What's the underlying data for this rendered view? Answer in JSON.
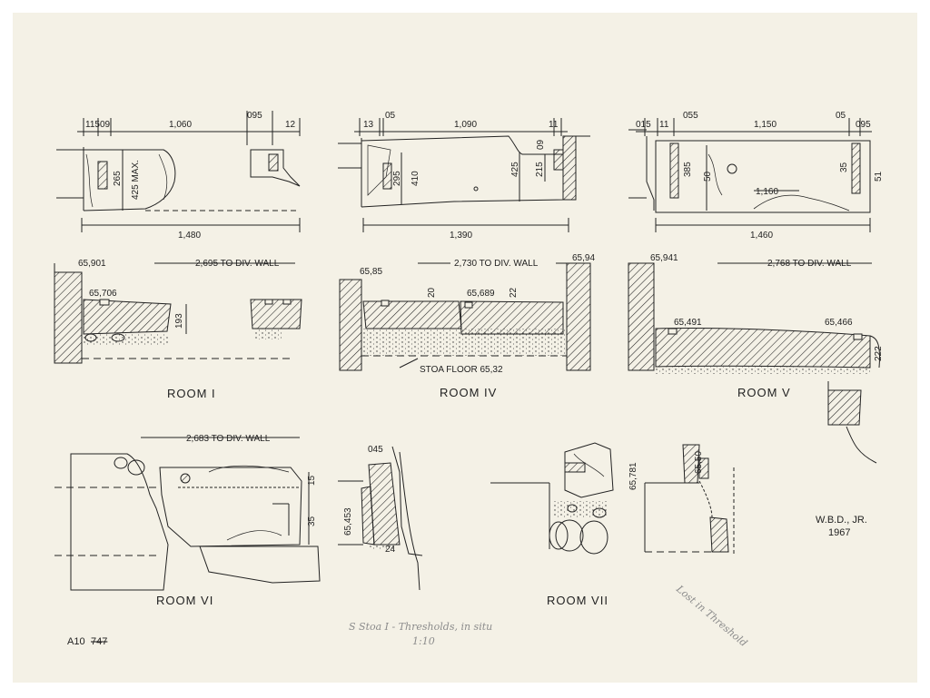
{
  "sheet": {
    "background": "#f4f1e6",
    "ink": "#222222",
    "pencil": "#8c8c8c"
  },
  "room1": {
    "plan_dims": [
      "115",
      "09",
      "1,060",
      "095",
      "12"
    ],
    "plan_vert": [
      "265",
      "425 MAX."
    ],
    "plan_total": "1,480",
    "elev_left": "65,901",
    "elev_div": "2,695 TO DIV. WALL",
    "elev_top": "65,706",
    "elev_h": "193",
    "label": "ROOM I"
  },
  "room4": {
    "plan_dims": [
      "13",
      "05",
      "1,090",
      "11"
    ],
    "plan_vert": [
      "295",
      "410",
      "425",
      "215",
      "09"
    ],
    "plan_total": "1,390",
    "elev_left": "65,85",
    "elev_div": "2,730 TO DIV. WALL",
    "elev_right": "65,94",
    "elev_mid": "65,689",
    "elev_h1": "20",
    "elev_h2": "22",
    "floor": "STOA FLOOR 65,32",
    "label": "ROOM IV"
  },
  "room5": {
    "plan_dims": [
      "015",
      "11",
      "055",
      "1,150",
      "05",
      "095"
    ],
    "plan_vert": [
      "385",
      "50",
      "35",
      "51"
    ],
    "plan_inner": "1,160",
    "plan_total": "1,460",
    "elev_left": "65,941",
    "elev_div": "2,768 TO DIV. WALL",
    "elev_l": "65,491",
    "elev_r": "65,466",
    "elev_h": "222",
    "label": "ROOM V"
  },
  "room6": {
    "plan_div": "2,683 TO DIV. WALL",
    "plan_v1": "15",
    "plan_v2": "35",
    "sec_top": "045",
    "sec_left": "65,453",
    "sec_bot": "24",
    "label": "ROOM VI"
  },
  "room7": {
    "sec_left": "65,781",
    "sec_top": "65,50",
    "label": "ROOM VII"
  },
  "signature": {
    "name": "W.B.D., JR.",
    "year": "1967"
  },
  "ref": {
    "number": "A10",
    "struck": "747"
  },
  "caption": {
    "line1": "S Stoa I -  Thresholds, in situ",
    "line2": "1:10"
  },
  "margin_note": "Lost in Threshold"
}
